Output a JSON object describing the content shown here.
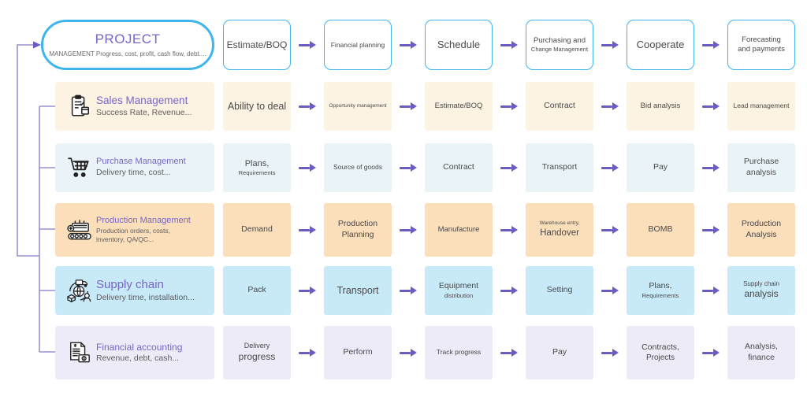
{
  "hero": {
    "title": "PROJECT",
    "subtitle": "MANAGEMENT Progress, cost, profit, cash flow, debt...."
  },
  "colors": {
    "accent_border": "#3FB5EC",
    "arrow": "#6B5BC4",
    "title_purple": "#7766c9",
    "row_sales": "#FDF3E3",
    "row_purchase": "#EAF4F8",
    "row_production": "#FBDEBA",
    "row_supply": "#C7E9F8",
    "row_financial": "#EDEBF7"
  },
  "header_steps": [
    {
      "line1": "Estimate/BOQ",
      "line2": ""
    },
    {
      "line1": "Financial planning",
      "line2": ""
    },
    {
      "line1": "Schedule",
      "line2": ""
    },
    {
      "line1": "Purchasing and",
      "line2": "Change Management"
    },
    {
      "line1": "Cooperate",
      "line2": ""
    },
    {
      "line1": "Forecasting",
      "line2": "and payments"
    }
  ],
  "rows": [
    {
      "key": "sales",
      "icon": "clipboard-checklist-icon",
      "title": "Sales Management",
      "subtitle": "Success Rate, Revenue...",
      "bg": "#FDF3E3",
      "steps": [
        {
          "line1": "Ability to deal",
          "line2": ""
        },
        {
          "line1": "Opportunity management",
          "line2": ""
        },
        {
          "line1": "Estimate/BOQ",
          "line2": ""
        },
        {
          "line1": "Contract",
          "line2": ""
        },
        {
          "line1": "Bid analysis",
          "line2": ""
        },
        {
          "line1": "Lead management",
          "line2": ""
        }
      ]
    },
    {
      "key": "purchase",
      "icon": "shopping-cart-icon",
      "title": "Purchase Management",
      "subtitle": "Delivery time, cost...",
      "bg": "#EAF4F8",
      "steps": [
        {
          "line1": "Plans,",
          "line2": "Requirements"
        },
        {
          "line1": "Source of goods",
          "line2": ""
        },
        {
          "line1": "Contract",
          "line2": ""
        },
        {
          "line1": "Transport",
          "line2": ""
        },
        {
          "line1": "Pay",
          "line2": ""
        },
        {
          "line1": "Purchase",
          "line2": "analysis"
        }
      ]
    },
    {
      "key": "production",
      "icon": "factory-conveyor-icon",
      "title": "Production Management",
      "subtitle": "Production orders, costs, inventory, QA/QC...",
      "bg": "#FBDEBA",
      "steps": [
        {
          "line1": "Demand",
          "line2": ""
        },
        {
          "line1": "Production",
          "line2": "Planning"
        },
        {
          "line1": "Manufacture",
          "line2": ""
        },
        {
          "line1": "Warehouse entry,",
          "line2": "Handover"
        },
        {
          "line1": "BOMB",
          "line2": ""
        },
        {
          "line1": "Production",
          "line2": "Analysis"
        }
      ]
    },
    {
      "key": "supply",
      "icon": "supply-chain-globe-truck-icon",
      "title": "Supply chain",
      "subtitle": "Delivery time, installation...",
      "bg": "#C7E9F8",
      "steps": [
        {
          "line1": "Pack",
          "line2": ""
        },
        {
          "line1": "Transport",
          "line2": ""
        },
        {
          "line1": "Equipment",
          "line2": "distribution"
        },
        {
          "line1": "Setting",
          "line2": ""
        },
        {
          "line1": "Plans,",
          "line2": "Requirements"
        },
        {
          "line1": "Supply chain",
          "line2": "analysis"
        }
      ]
    },
    {
      "key": "financial",
      "icon": "invoice-money-icon",
      "title": "Financial accounting",
      "subtitle": "Revenue, debt, cash...",
      "bg": "#EDEBF7",
      "steps": [
        {
          "line1": "Delivery",
          "line2": "progress"
        },
        {
          "line1": "Perform",
          "line2": ""
        },
        {
          "line1": "Track progress",
          "line2": ""
        },
        {
          "line1": "Pay",
          "line2": ""
        },
        {
          "line1": "Contracts,",
          "line2": "Projects"
        },
        {
          "line1": "Analysis,",
          "line2": "finance"
        }
      ]
    }
  ]
}
